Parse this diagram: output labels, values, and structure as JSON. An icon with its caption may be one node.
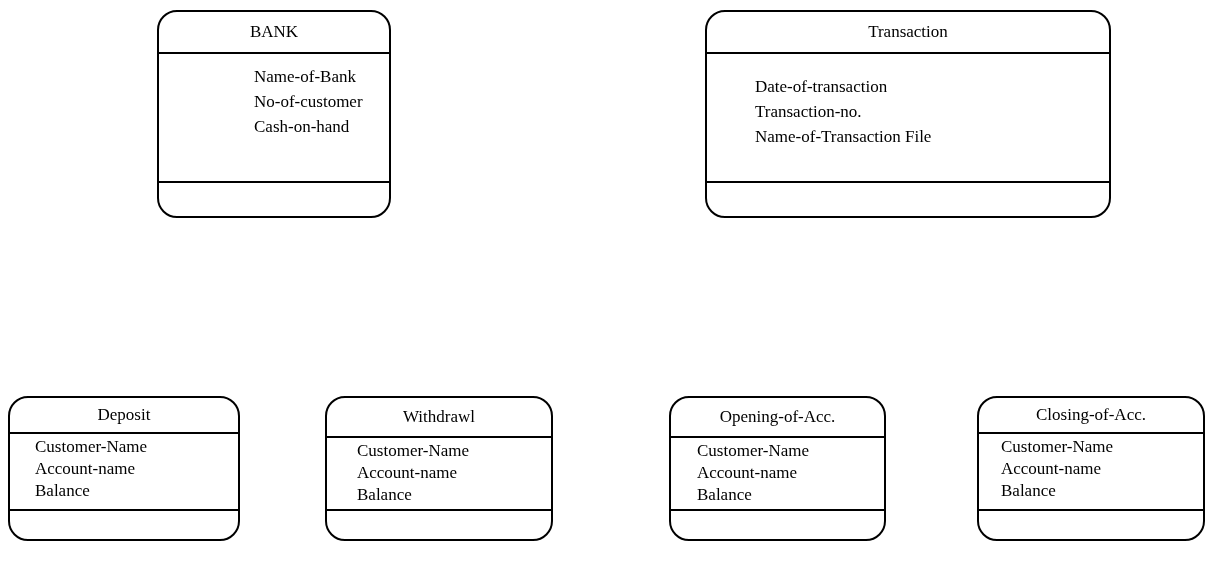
{
  "diagram": {
    "nodes": [
      {
        "text": [
          "BANK",
          "Name-of-Bank",
          "No-of-customer",
          "Cash-on-hand"
        ]
      },
      {
        "text": [
          "Transaction",
          "Date-of-transaction",
          "Transaction-no.",
          "Name-of-Transaction File"
        ]
      },
      {
        "text": [
          "Deposit",
          "Customer-Name",
          "Account-name",
          "Balance"
        ]
      },
      {
        "text": [
          "Withdrawl",
          "Customer-Name",
          "Account-name",
          "Balance"
        ]
      },
      {
        "text": [
          "Opening-of-Acc.",
          "Customer-Name",
          "Account-name",
          "Balance"
        ]
      },
      {
        "text": [
          "Closing-of-Acc.",
          "Customer-Name",
          "Account-name",
          "Balance"
        ]
      }
    ]
  }
}
